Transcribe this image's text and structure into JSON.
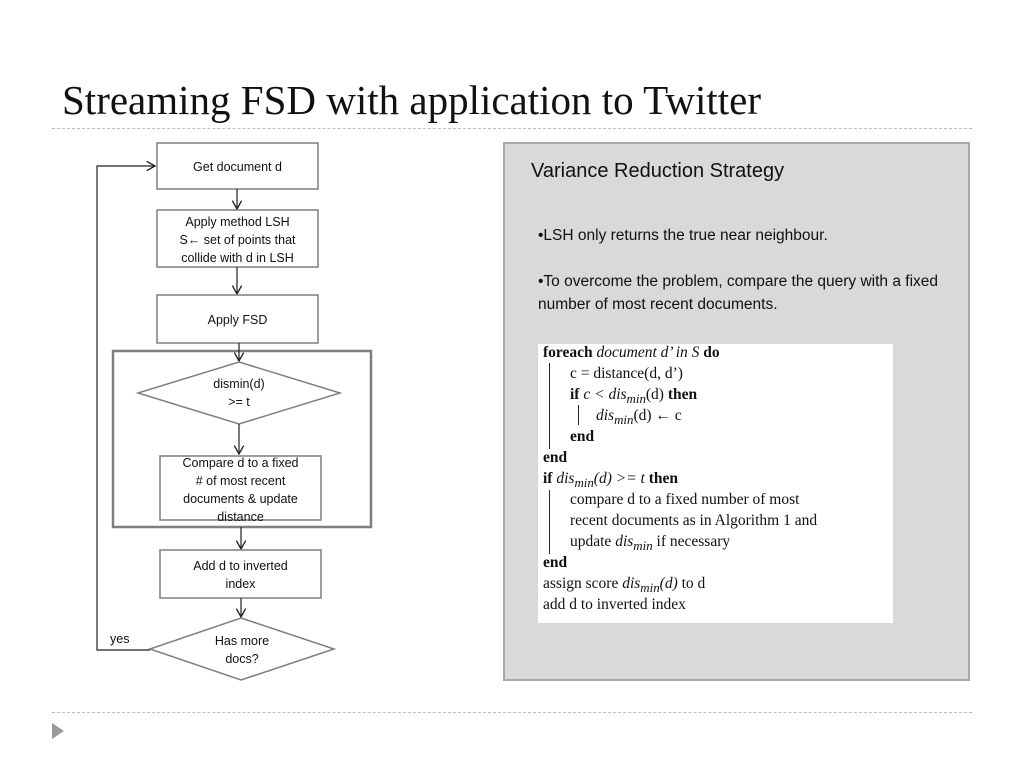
{
  "slide": {
    "title": "Streaming FSD with application to Twitter"
  },
  "flowchart": {
    "get_document": "Get document d",
    "apply_lsh": [
      "Apply method LSH",
      "S← set of points that",
      "collide with d in LSH"
    ],
    "apply_fsd": "Apply FSD",
    "decision_dismin": [
      "dismin(d)",
      ">= t"
    ],
    "compare": [
      "Compare d to a fixed",
      "# of most recent",
      "documents & update",
      "distance"
    ],
    "add_index": [
      "Add d to inverted",
      "index"
    ],
    "decision_more": [
      "Has more",
      "docs?"
    ],
    "yes_label": "yes"
  },
  "panel": {
    "title": "Variance Reduction Strategy",
    "bullet1": "•LSH only returns the true near neighbour.",
    "bullet2": "•To overcome the problem, compare the query with a fixed number of most recent documents."
  },
  "algorithm": {
    "foreach_kw": "foreach",
    "foreach_expr": "document d’ in S",
    "do_kw": "do",
    "c_assign": "c = distance(d, d’)",
    "if_kw": "if",
    "if_cond_c": "c < ",
    "dis": "dis",
    "min_sub": "min",
    "arg_d": "(d)",
    "then_kw": "then",
    "assign_arrow": "(d) ← c",
    "end_kw": "end",
    "if_cond_t": "(d) >= t",
    "compare1": "compare d to a fixed number of most",
    "compare2": "recent documents as in Algorithm 1 and",
    "update": "update",
    "if_necessary": "if necessary",
    "assign_score": "assign score",
    "to_d": "to d",
    "add_index": "add d to inverted index"
  }
}
